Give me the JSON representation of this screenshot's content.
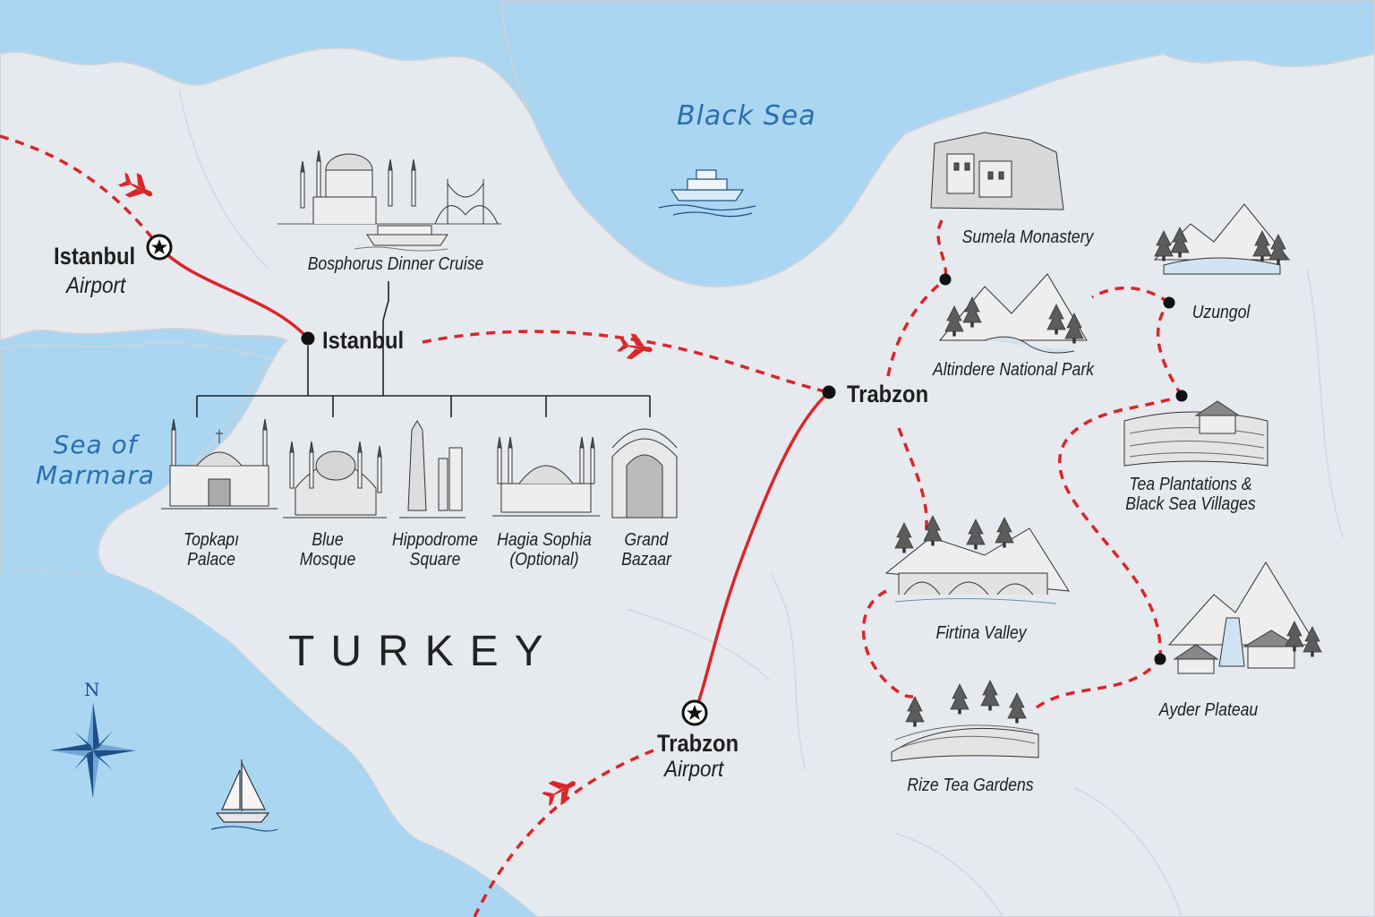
{
  "map": {
    "seas": {
      "black_sea": "Black Sea",
      "sea_of_marmara_line1": "Sea of",
      "sea_of_marmara_line2": "Marmara"
    },
    "country": "TURKEY",
    "compass_north": "N",
    "cities": {
      "istanbul_airport": {
        "name": "Istanbul",
        "type": "Airport"
      },
      "istanbul": {
        "name": "Istanbul"
      },
      "trabzon": {
        "name": "Trabzon"
      },
      "trabzon_airport": {
        "name": "Trabzon",
        "type": "Airport"
      }
    },
    "istanbul_attractions": [
      {
        "line1": "Topkapı",
        "line2": "Palace"
      },
      {
        "line1": "Blue",
        "line2": "Mosque"
      },
      {
        "line1": "Hippodrome",
        "line2": "Square"
      },
      {
        "line1": "Hagia Sophia",
        "line2": "(Optional)"
      },
      {
        "line1": "Grand",
        "line2": "Bazaar"
      }
    ],
    "bosphorus": "Bosphorus Dinner Cruise",
    "trabzon_attractions": {
      "sumela": "Sumela Monastery",
      "altindere": "Altindere National Park",
      "uzungol": "Uzungol",
      "tea_line1": "Tea Plantations &",
      "tea_line2": "Black Sea Villages",
      "firtina": "Firtina Valley",
      "ayder": "Ayder Plateau",
      "rize": "Rize Tea Gardens"
    },
    "colors": {
      "water": "#aad6f2",
      "land": "#e6e9ee",
      "route": "#d9262a",
      "sea_label": "#2a6fad",
      "compass": "#1e4f86"
    }
  }
}
